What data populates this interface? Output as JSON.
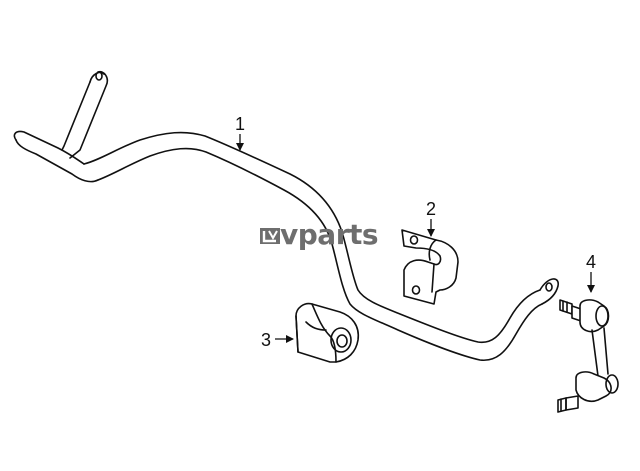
{
  "diagram": {
    "callouts": [
      {
        "id": "stabilizer-bar",
        "label": "1"
      },
      {
        "id": "bracket",
        "label": "2"
      },
      {
        "id": "bushing",
        "label": "3"
      },
      {
        "id": "stabilizer-link",
        "label": "4"
      }
    ],
    "watermark": {
      "text": "vparts",
      "logo_icon": "lv-logo-icon",
      "color": "#6e6e6e"
    },
    "colors": {
      "line": "#111111",
      "background": "#ffffff"
    }
  }
}
